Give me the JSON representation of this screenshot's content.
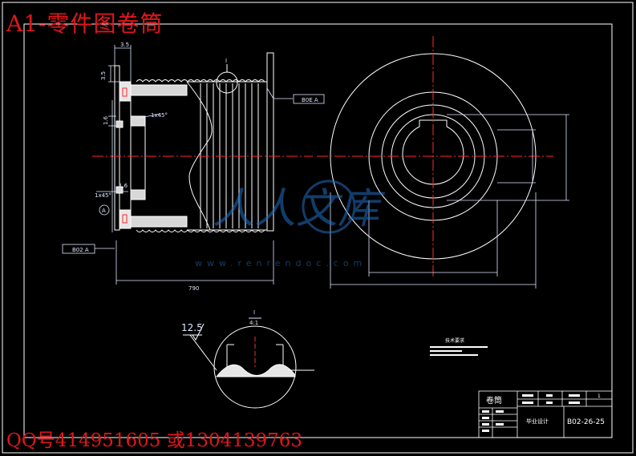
{
  "header": {
    "title": "A1-零件图卷筒"
  },
  "footer": {
    "contact": "QQ号414951605 或1304139763"
  },
  "watermark": {
    "logo_text": "人人文库",
    "url": "www.renrendoc.com"
  },
  "front_view": {
    "tol_top_ref": "B0E A",
    "tol_left_ref": "B02 A",
    "chamfer_1": "1x45°",
    "chamfer_2": "1x45°",
    "datum_label": "A",
    "detail_label": "I"
  },
  "detail_view": {
    "label_top": "I",
    "label_scale": "4:1",
    "roughness": "12.5"
  },
  "notes": {
    "title": "技术要求"
  },
  "title_block": {
    "part_name": "卷筒",
    "project": "毕业设计",
    "drawing_no": "B02-26-25",
    "scale_cell": "1"
  },
  "colors": {
    "background": "#000000",
    "line": "#ffffff",
    "center_line": "#ff2a2a",
    "dimension": "#dfe6ff",
    "title": "#e0161b"
  }
}
